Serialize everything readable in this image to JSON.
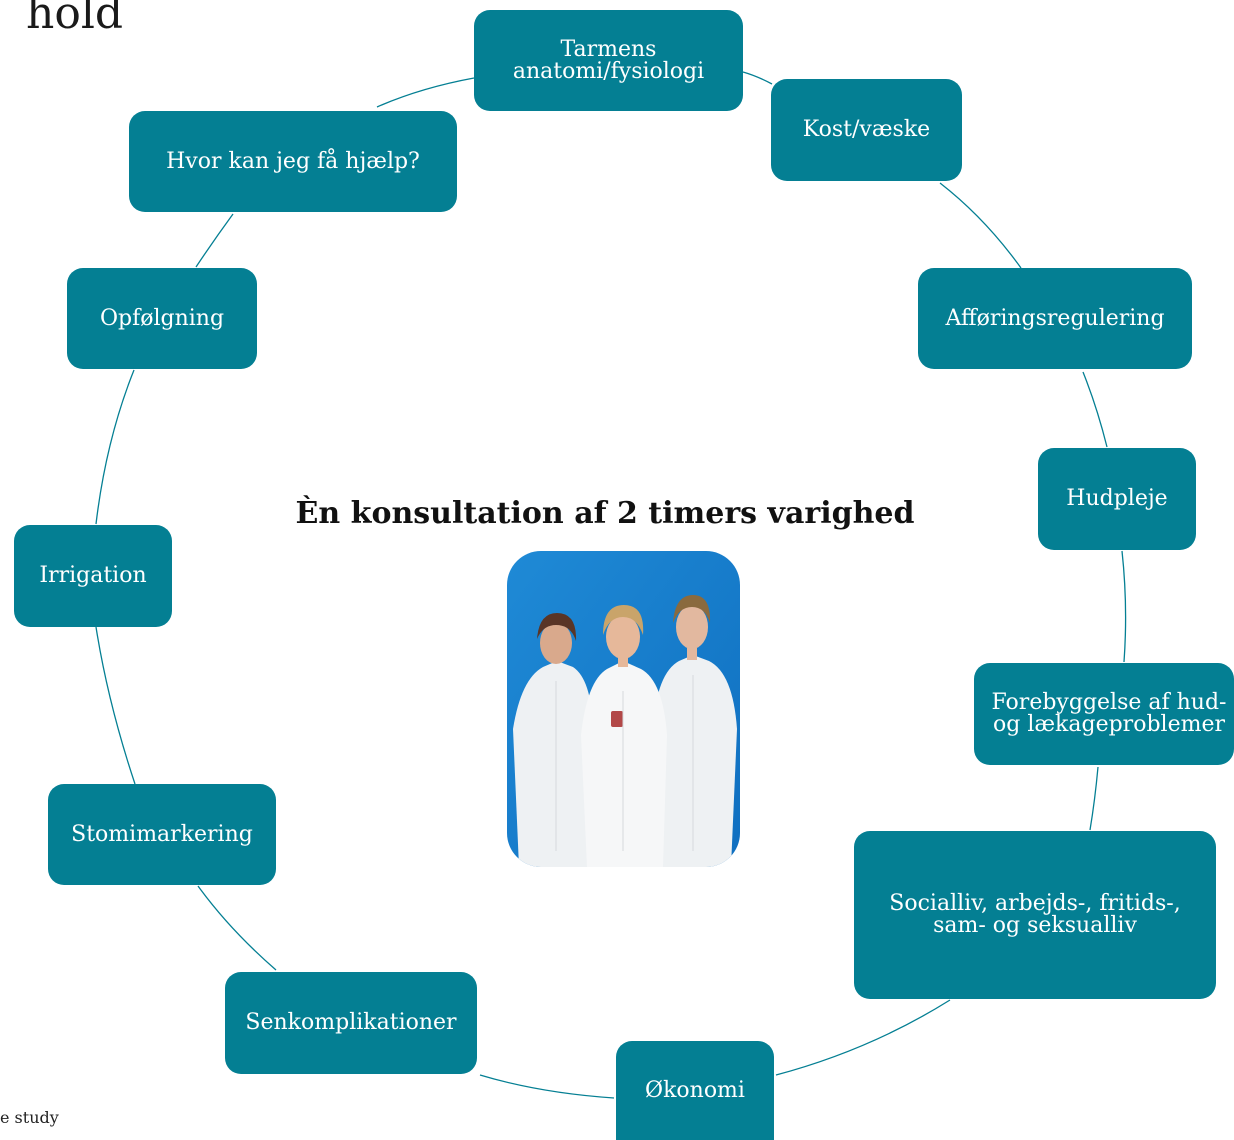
{
  "title_fragment": "hold",
  "center_heading": "Èn konsultation af 2 timers varighed",
  "footnote": "e study",
  "colors": {
    "node": "#047f93",
    "connector": "#047f93"
  },
  "photo": {
    "alt": "Tre sygeplejersker i hvide uniformer foran en blå væg"
  },
  "nodes": [
    "Tarmens\nanatomi/fysiologi",
    "Kost/væske",
    "Afføringsregulering",
    "Hudpleje",
    "Forebyggelse af hud-\nog lækageproblemer",
    "Socialliv, arbejds-, fritids-,\nsam- og seksualliv",
    "Økonomi",
    "Senkomplikationer",
    "Stomimarkering",
    "Irrigation",
    "Opfølgning",
    "Hvor kan jeg få hjælp?"
  ]
}
